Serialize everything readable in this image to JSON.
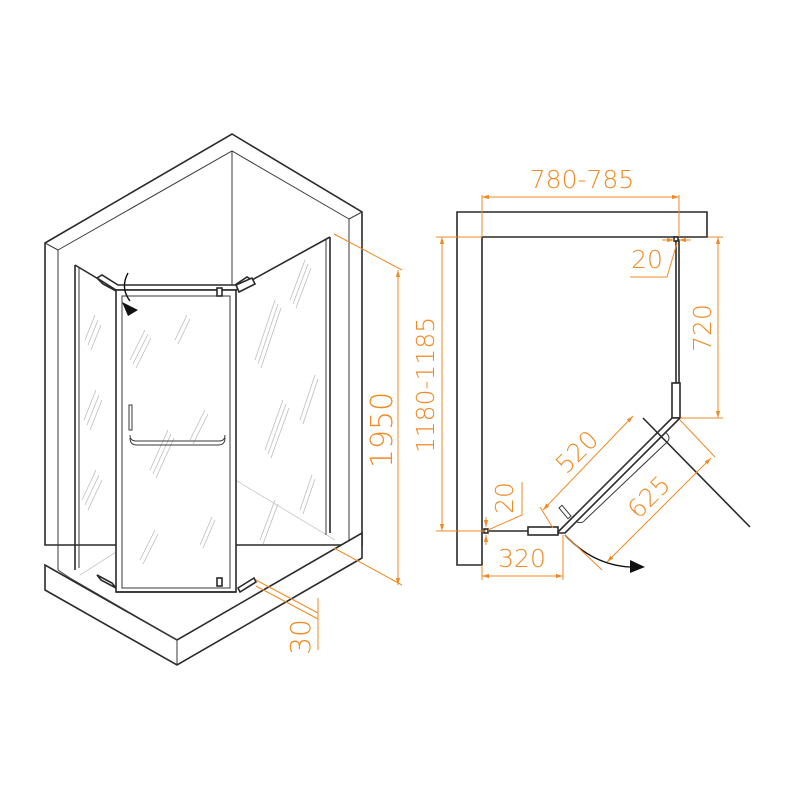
{
  "figure": {
    "title": "Pentagonal shower enclosure dimension drawing",
    "accent_color": "#F08A24",
    "line_color": "#2a2a2a"
  },
  "isometric_view": {
    "label": "isometric-view",
    "dimensions": {
      "height": "1950",
      "tray_height": "30"
    },
    "features": [
      "corner-walls",
      "shower-tray",
      "left-fixed-glass-panel",
      "hinged-door",
      "right-fixed-glass-panel",
      "door-handle",
      "door-swing-arrow"
    ]
  },
  "plan_view": {
    "label": "plan-view",
    "dimensions": {
      "top_width": "780-785",
      "side_depth": "1180-1185",
      "top_gap": "20",
      "right_panel": "720",
      "door_width": "520",
      "door_overall": "625",
      "left_gap": "20",
      "left_panel": "320"
    },
    "features": [
      "wall-corner",
      "right-fixed-panel",
      "diagonal-door",
      "left-fixed-panel",
      "door-open-position",
      "door-swing-arrow"
    ]
  }
}
